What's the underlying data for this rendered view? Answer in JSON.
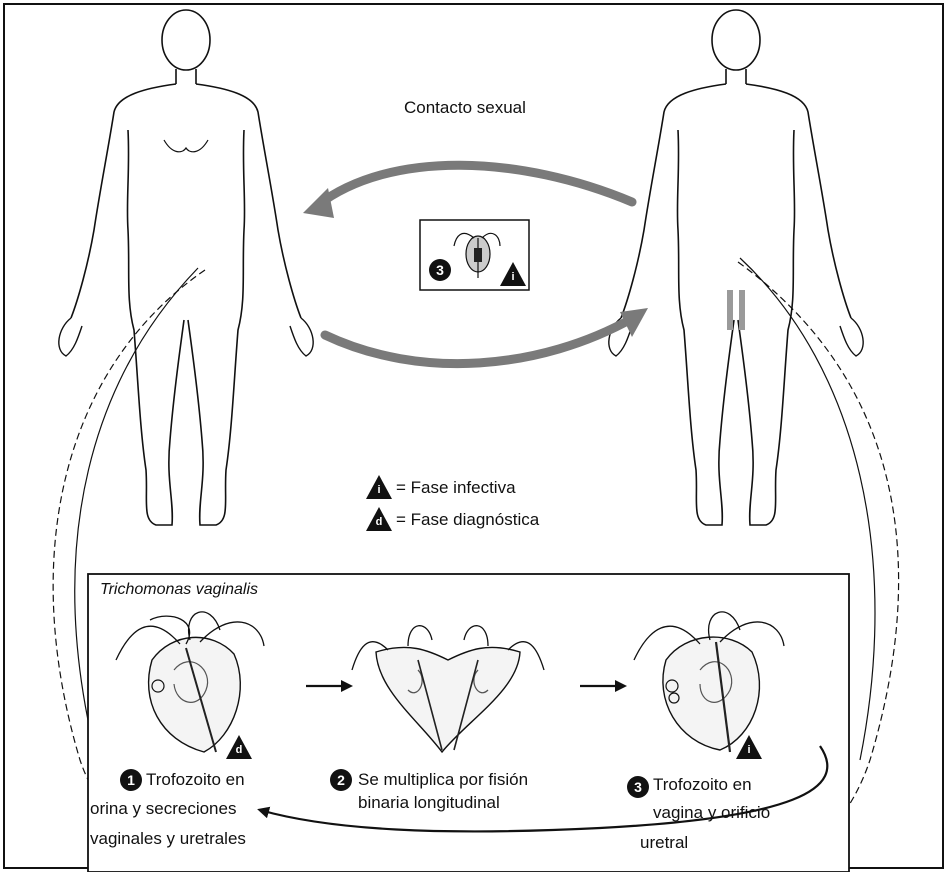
{
  "title": "Contacto sexual",
  "legend": {
    "infective": {
      "symbol": "i",
      "text": "= Fase infectiva"
    },
    "diagnostic": {
      "symbol": "d",
      "text": "= Fase diagnóstica"
    }
  },
  "box_title": "Trichomonas vaginalis",
  "stages": [
    {
      "number": "1",
      "symbol": "d",
      "lines": [
        "Trofozoito en",
        "orina y secreciones",
        "vaginales y uretrales"
      ]
    },
    {
      "number": "2",
      "lines": [
        "Se multiplica por fisión",
        "binaria longitudinal"
      ]
    },
    {
      "number": "3",
      "symbol": "i",
      "lines": [
        "Trofozoito en",
        "vagina y orificio",
        "uretral"
      ]
    }
  ],
  "center_inset": {
    "number": "3",
    "symbol": "i"
  },
  "colors": {
    "arrow": "#7a7a7a",
    "ink": "#111111",
    "frame": "#111111"
  }
}
